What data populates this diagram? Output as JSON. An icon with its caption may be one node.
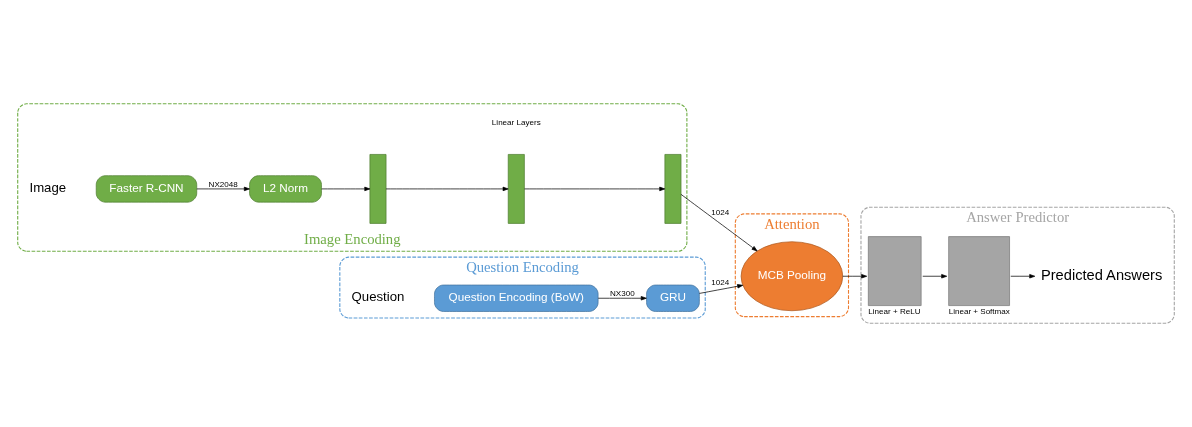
{
  "diagram": {
    "nodes": [
      {
        "text": [
          "Question Encoding"
        ]
      },
      {
        "text": [
          "Question Encoding (BoW)"
        ],
        "in": 0,
        "beside": [
          "Question"
        ]
      },
      {
        "text": [
          "GRU"
        ],
        "in": 0
      },
      {
        "text": [
          "Image Encoding"
        ]
      },
      {
        "text": [
          "Faster R-CNN"
        ],
        "in": 3,
        "beside": [
          "Image"
        ]
      },
      {
        "text": [
          "L2 Norm"
        ],
        "in": 3
      },
      {
        "text": [],
        "shape": "bar",
        "in": 3
      },
      {
        "text": [],
        "shape": "bar",
        "in": 3
      },
      {
        "text": [],
        "shape": "bar",
        "in": 3
      },
      {
        "text": [
          "Attention"
        ]
      },
      {
        "text": [
          "MCB Pooling"
        ],
        "in": 9
      },
      {
        "text": [
          "Answer Predictor"
        ]
      },
      {
        "text": [],
        "shape": "bar",
        "in": 11,
        "beside": [
          "Linear + ReLU"
        ]
      },
      {
        "text": [],
        "shape": "bar",
        "in": 11,
        "beside": [
          "Linear + Softmax"
        ]
      },
      {
        "text": [
          "Predicted Answers"
        ],
        "in": 11
      }
    ],
    "edges": [
      {
        "from": 1,
        "to": 2,
        "arrow": "to",
        "label": "NX300"
      },
      {
        "from": 2,
        "to": 10,
        "arrow": "to",
        "label": "1024"
      },
      {
        "from": 4,
        "to": 5,
        "arrow": "to",
        "label": "NX2048"
      },
      {
        "from": 5,
        "to": 6,
        "arrow": "to"
      },
      {
        "from": 6,
        "to": 7,
        "arrow": "to"
      },
      {
        "from": 7,
        "to": 8,
        "arrow": "to"
      },
      {
        "from": 8,
        "to": 10,
        "arrow": "to",
        "label": "1024"
      },
      {
        "from": 10,
        "to": 12,
        "arrow": "to"
      },
      {
        "from": 12,
        "to": 13,
        "arrow": "to"
      },
      {
        "from": 13,
        "to": 14,
        "arrow": "to"
      }
    ],
    "labels": [
      "Linear Layers"
    ]
  }
}
